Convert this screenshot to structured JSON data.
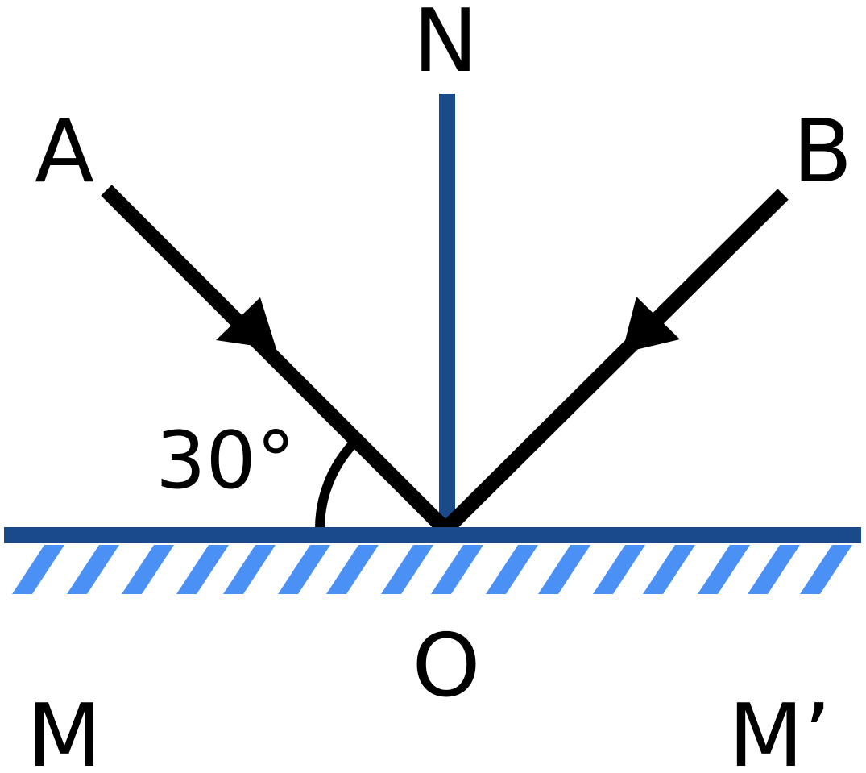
{
  "diagram": {
    "labels": {
      "normal": "N",
      "incident_start": "A",
      "reflected_end": "B",
      "point_of_incidence": "O",
      "mirror_left": "M",
      "mirror_right": "M’",
      "angle": "30°"
    },
    "colors": {
      "mirror_line": "#1A4A8A",
      "mirror_hatch": "#4A90F5",
      "normal_line": "#1A4A8A",
      "rays": "#000000",
      "text": "#000000",
      "background": "#FFFFFF"
    }
  }
}
